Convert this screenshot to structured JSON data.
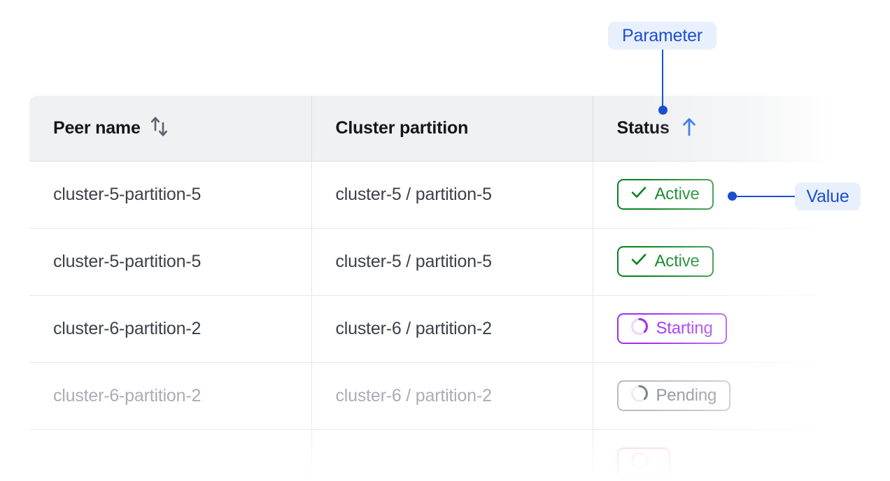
{
  "table": {
    "columns": [
      {
        "label": "Peer name",
        "sort_icon": "sort-both-icon",
        "sort_state": "none"
      },
      {
        "label": "Cluster partition",
        "sort_icon": null,
        "sort_state": "none"
      },
      {
        "label": "Status",
        "sort_icon": "sort-asc-icon",
        "sort_state": "ascending"
      }
    ],
    "rows": [
      {
        "peer_name": "cluster-5-partition-5",
        "cluster_partition": "cluster-5 / partition-5",
        "status": {
          "label": "Active",
          "kind": "active",
          "icon": "check-icon"
        },
        "muted": false
      },
      {
        "peer_name": "cluster-5-partition-5",
        "cluster_partition": "cluster-5 / partition-5",
        "status": {
          "label": "Active",
          "kind": "active",
          "icon": "check-icon"
        },
        "muted": false
      },
      {
        "peer_name": "cluster-6-partition-2",
        "cluster_partition": "cluster-6 / partition-2",
        "status": {
          "label": "Starting",
          "kind": "starting",
          "icon": "spinner-icon"
        },
        "muted": false
      },
      {
        "peer_name": "cluster-6-partition-2",
        "cluster_partition": "cluster-6 / partition-2",
        "status": {
          "label": "Pending",
          "kind": "pending",
          "icon": "spinner-icon"
        },
        "muted": true
      },
      {
        "peer_name": "",
        "cluster_partition": "",
        "status": {
          "label": "",
          "kind": "error",
          "icon": "spinner-icon"
        },
        "muted": true
      }
    ]
  },
  "annotations": {
    "parameter": {
      "label": "Parameter"
    },
    "value": {
      "label": "Value"
    }
  },
  "colors": {
    "accent_blue": "#1a4fd0",
    "sort_active_blue": "#1668e8",
    "status_active_green": "#0a8222",
    "status_starting_purple": "#a22ef0",
    "status_pending_gray": "#8a8f99",
    "header_bg": "#f0f1f3",
    "annotation_pill_bg": "#e9f0fd",
    "cell_text": "#3c4149",
    "muted_text": "#a9adb5"
  }
}
